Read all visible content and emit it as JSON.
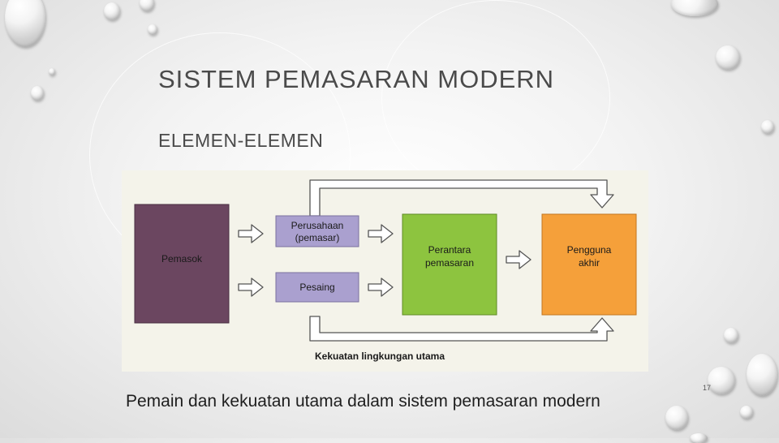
{
  "slide": {
    "title": "SISTEM PEMASARAN MODERN",
    "subtitle": "ELEMEN-ELEMEN",
    "caption": "Pemain dan kekuatan utama dalam sistem pemasaran modern",
    "page_number": "17"
  },
  "diagram": {
    "nodes": {
      "supplier": "Pemasok",
      "company_line1": "Perusahaan",
      "company_line2": "(pemasar)",
      "competitor": "Pesaing",
      "intermediary_line1": "Perantara",
      "intermediary_line2": "pemasaran",
      "end_user_line1": "Pengguna",
      "end_user_line2": "akhir"
    },
    "forces_label": "Kekuatan lingkungan utama",
    "colors": {
      "supplier": "#6b4660",
      "company": "#aaa0cf",
      "competitor": "#aaa0cf",
      "intermediary": "#8dc43f",
      "end_user": "#f5a03a",
      "figure_bg": "#f4f3ea"
    }
  }
}
